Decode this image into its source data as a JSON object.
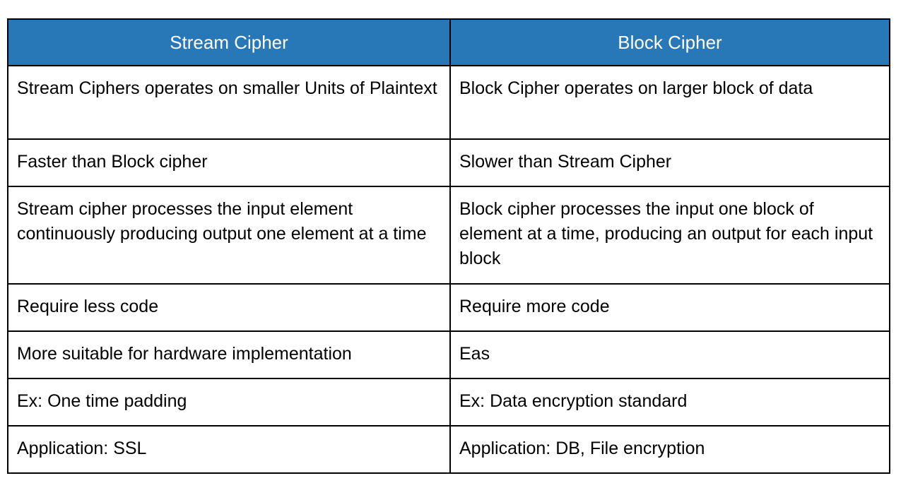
{
  "document": {
    "type": "comparison-table",
    "background_color": "#ffffff",
    "header_background_color": "#2878b8",
    "header_text_color": "#ffffff",
    "body_text_color": "#000000",
    "border_color": "#000000"
  },
  "table": {
    "columns": [
      {
        "key": "stream",
        "header": "Stream Cipher"
      },
      {
        "key": "block",
        "header": "Block Cipher"
      }
    ],
    "rows": [
      {
        "stream": "Stream Ciphers operates on smaller Units of Plaintext",
        "block": "Block Cipher operates on larger block of data"
      },
      {
        "stream": "Faster than Block cipher",
        "block": "Slower than Stream Cipher"
      },
      {
        "stream": "Stream cipher processes the input element continuously producing output one element at a time",
        "block": "Block cipher processes the input one block of element at a time, producing an output for each input block"
      },
      {
        "stream": "Require less code",
        "block": "Require more code"
      },
      {
        "stream": "More suitable for hardware implementation",
        "block": "Eas"
      },
      {
        "stream": "Ex: One time padding",
        "block": "Ex: Data encryption standard"
      },
      {
        "stream": "Application: SSL",
        "block": "Application: DB, File encryption"
      }
    ]
  }
}
